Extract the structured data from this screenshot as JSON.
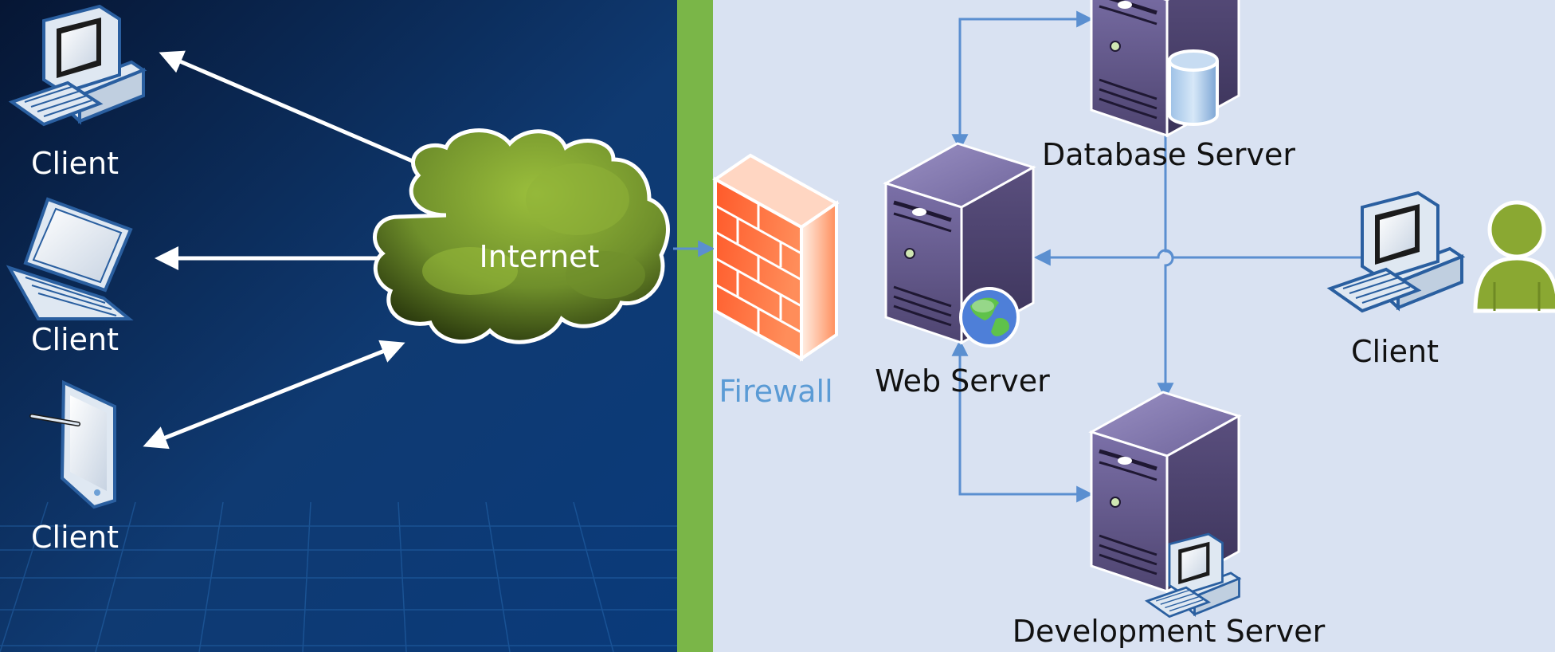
{
  "labels": {
    "client_desktop": "Client",
    "client_laptop": "Client",
    "client_tablet": "Client",
    "internet": "Internet",
    "firewall": "Firewall",
    "web_server": "Web Server",
    "database_server": "Database Server",
    "development_server": "Development Server",
    "client_internal": "Client"
  },
  "colors": {
    "background_left": "#0d2f5e",
    "background_right": "#d9e2f2",
    "divider": "#7ab648",
    "connector": "#5b8fd0",
    "cloud": "#6f8f2b",
    "firewall": "#ff6b3a",
    "server": "#5a4f7e",
    "user": "#8aa832"
  },
  "icons": {
    "client_desktop": "desktop-computer-icon",
    "client_laptop": "laptop-icon",
    "client_tablet": "tablet-icon",
    "internet": "cloud-icon",
    "firewall": "brick-wall-icon",
    "web_server": "server-tower-icon",
    "database_server": "server-tower-icon",
    "development_server": "server-tower-icon",
    "database": "database-cylinder-icon",
    "globe": "globe-icon",
    "user": "person-icon"
  }
}
